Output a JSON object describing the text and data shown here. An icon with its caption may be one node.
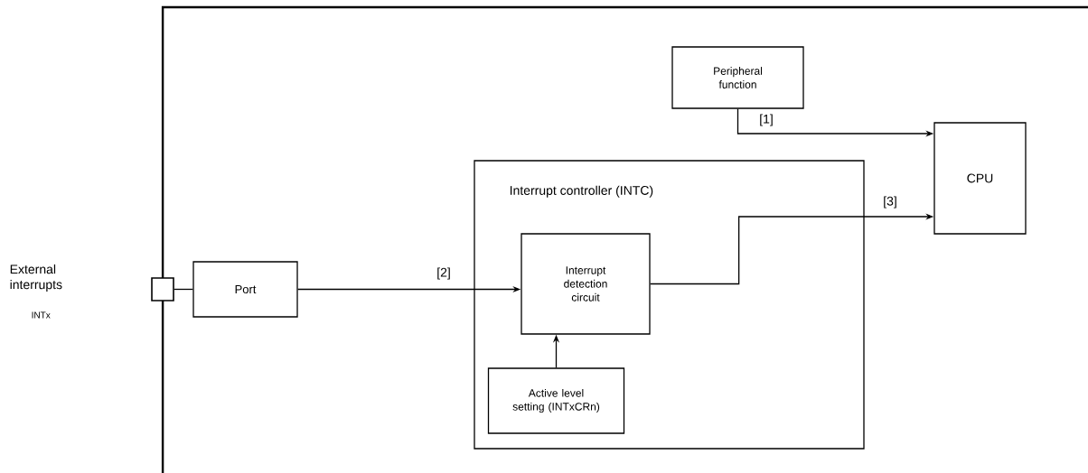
{
  "diagram": {
    "nodes": [
      {
        "text": [
          "Peripheral function"
        ]
      },
      {
        "text": [
          "CPU"
        ]
      },
      {
        "text": [
          "Interrupt controller (INTC)"
        ]
      },
      {
        "text": [
          "Interrupt detection circuit"
        ],
        "in": 2
      },
      {
        "text": [
          "Active level setting (INTxCRn)"
        ],
        "in": 2
      },
      {
        "text": [
          "Port"
        ]
      },
      {
        "text": [],
        "shape": "box"
      }
    ],
    "edges": [
      {
        "from": 0,
        "to": 1,
        "arrow": "to",
        "label": "[1]"
      },
      {
        "from": 5,
        "to": 3,
        "arrow": "to",
        "label": "[2]"
      },
      {
        "from": 3,
        "to": 1,
        "arrow": "to",
        "label": "[3]"
      },
      {
        "from": 4,
        "to": 3,
        "arrow": "to"
      },
      {
        "from": 6,
        "to": 5,
        "arrow": "none"
      }
    ],
    "labels": [
      "External interrupts",
      "INTx"
    ]
  }
}
